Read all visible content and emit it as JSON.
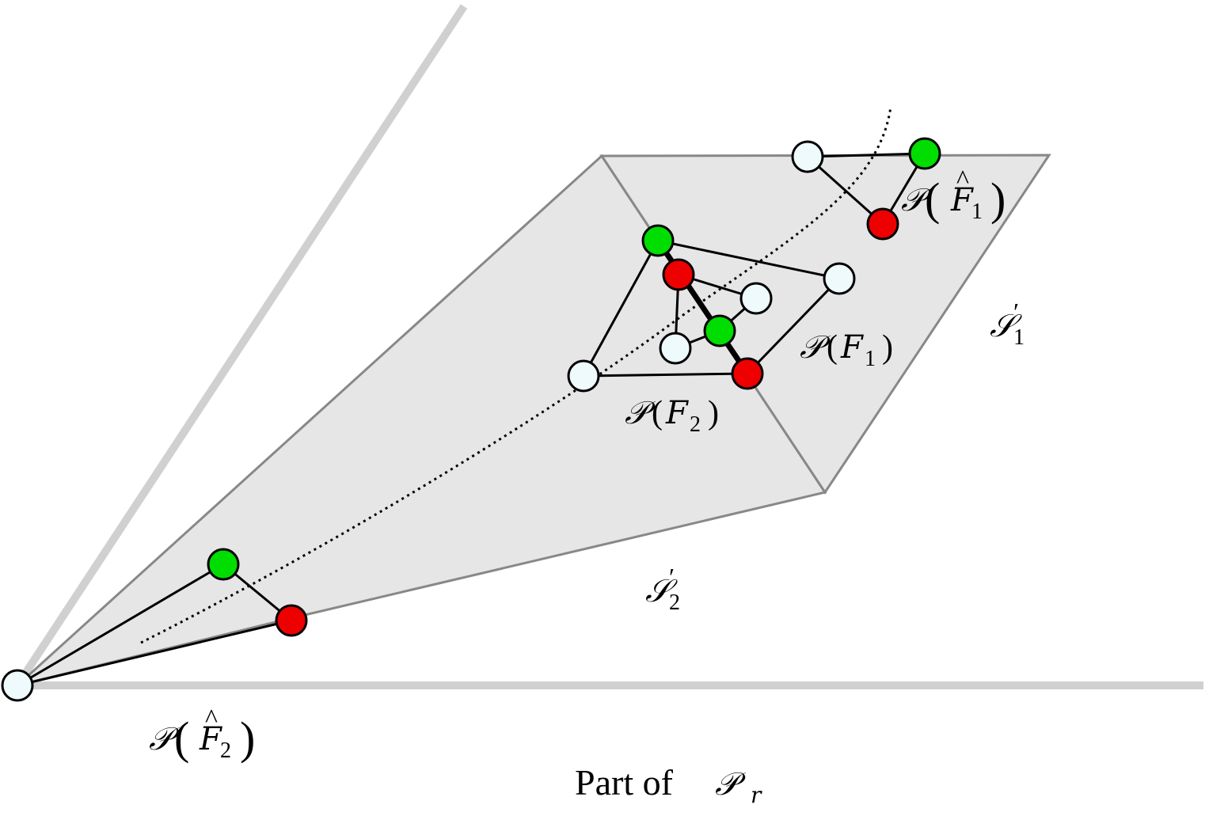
{
  "labels": {
    "p_f_hat_1": {
      "script": "𝒫",
      "var": "F",
      "sub": "1"
    },
    "p_f_hat_2": {
      "script": "𝒫",
      "var": "F",
      "sub": "2"
    },
    "p_f1": {
      "script": "𝒫",
      "var": "F",
      "sub": "1"
    },
    "p_f2": {
      "script": "𝒫",
      "var": "F",
      "sub": "2"
    },
    "s1": {
      "script": "𝒮",
      "prime": "′",
      "sub": "1"
    },
    "s2": {
      "script": "𝒮",
      "prime": "′",
      "sub": "2"
    },
    "part_of": {
      "text": "Part of",
      "script": "𝒫",
      "sub": "r"
    },
    "hat": "^",
    "open_paren": "(",
    "close_paren": ")"
  },
  "colors": {
    "boundary_ray": "#d0d0d0",
    "region_fill": "#e6e6e6",
    "region_edge": "#888888",
    "edge": "#000000",
    "node_white": "#eefafc",
    "node_green": "#00dd00",
    "node_red": "#ee0000"
  }
}
